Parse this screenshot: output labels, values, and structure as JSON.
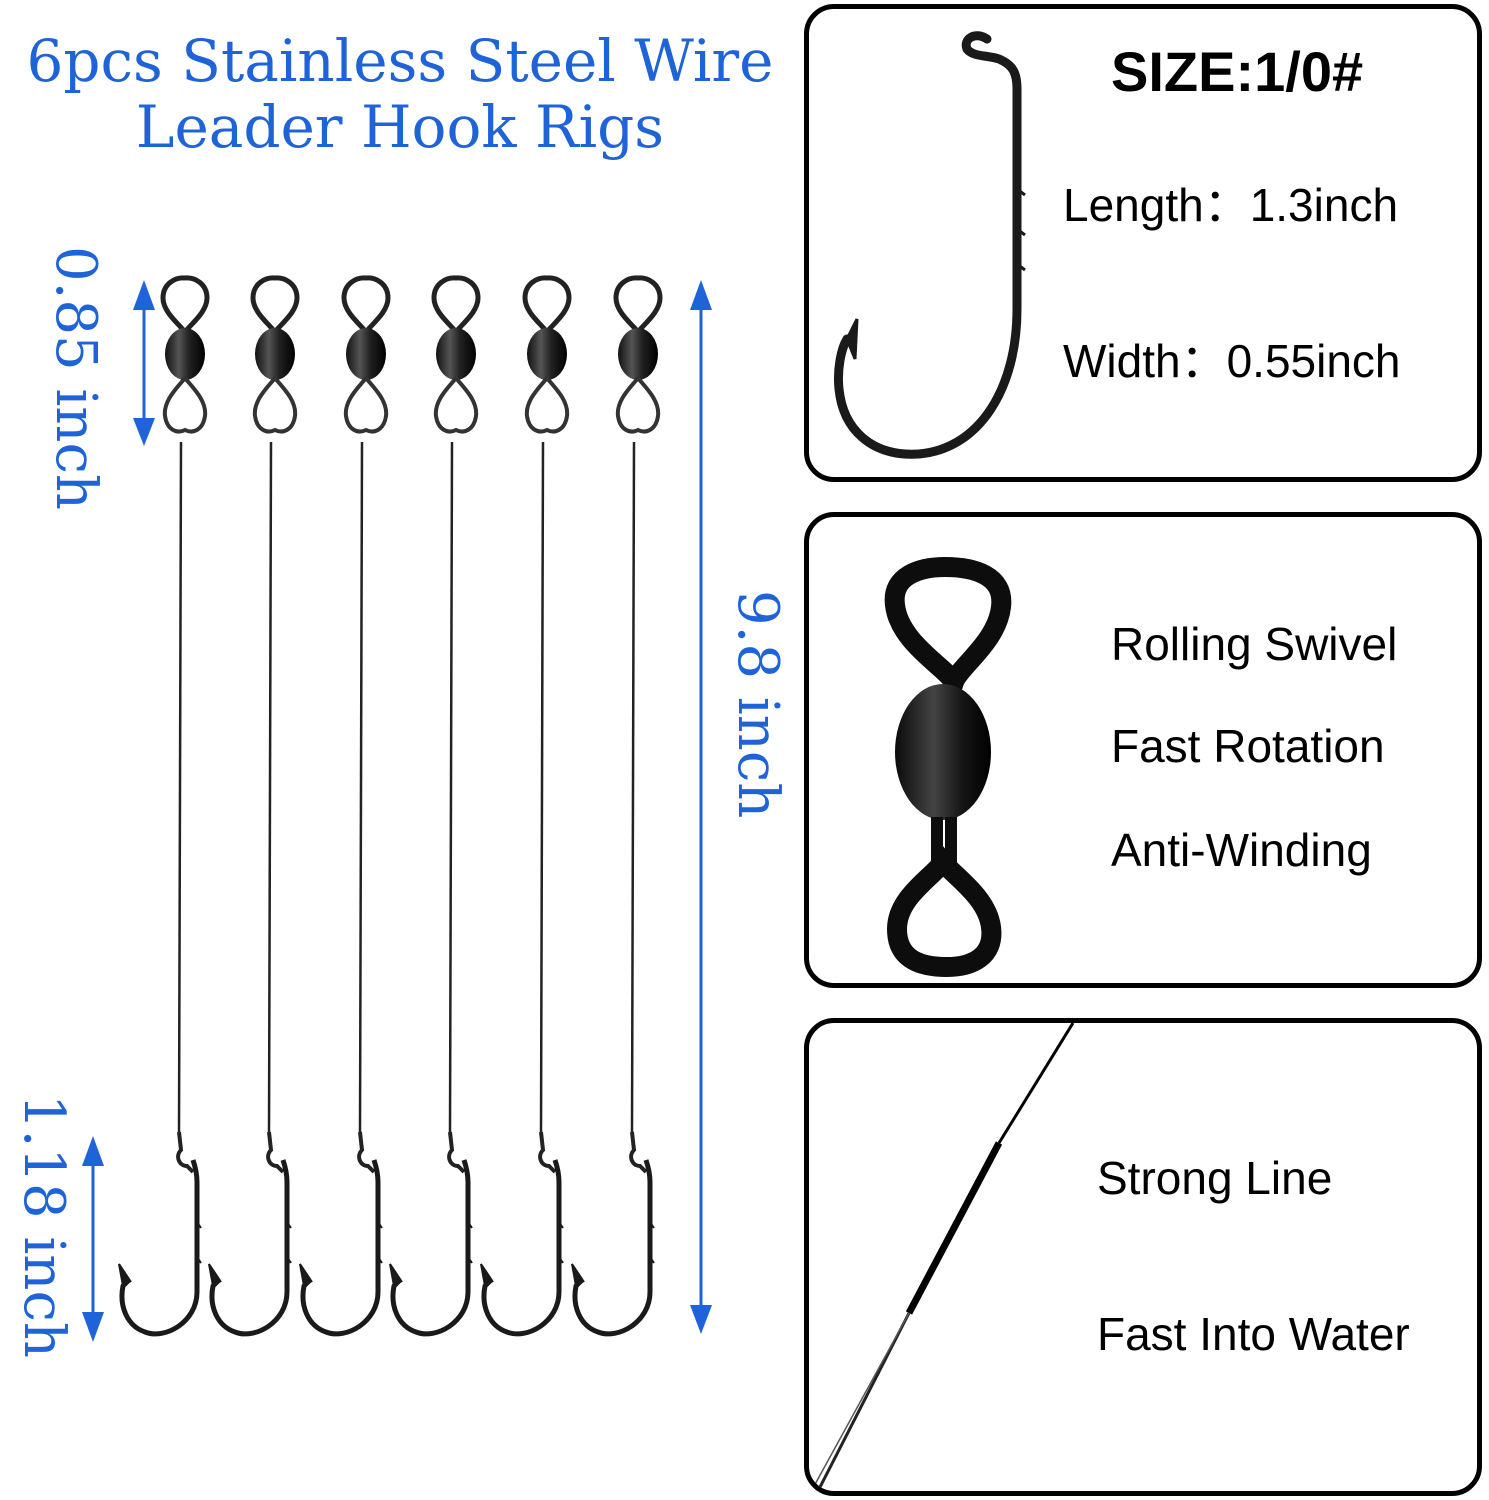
{
  "title": {
    "line1": "6pcs Stainless Steel Wire",
    "line2": "Leader Hook Rigs"
  },
  "dimensions": {
    "swivel_length": "0.85 inch",
    "total_length": "9.8 inch",
    "hook_length": "1.18 inch"
  },
  "hook_panel": {
    "size": "SIZE:1/0#",
    "length": "Length：1.3inch",
    "width": "Width：0.55inch"
  },
  "swivel_panel": {
    "feature1": "Rolling Swivel",
    "feature2": "Fast Rotation",
    "feature3": "Anti-Winding"
  },
  "line_panel": {
    "feature1": "Strong Line",
    "feature2": "Fast Into Water"
  },
  "colors": {
    "accent_blue": "#1f63d8",
    "text_black": "#000000"
  },
  "rig_count": 6
}
